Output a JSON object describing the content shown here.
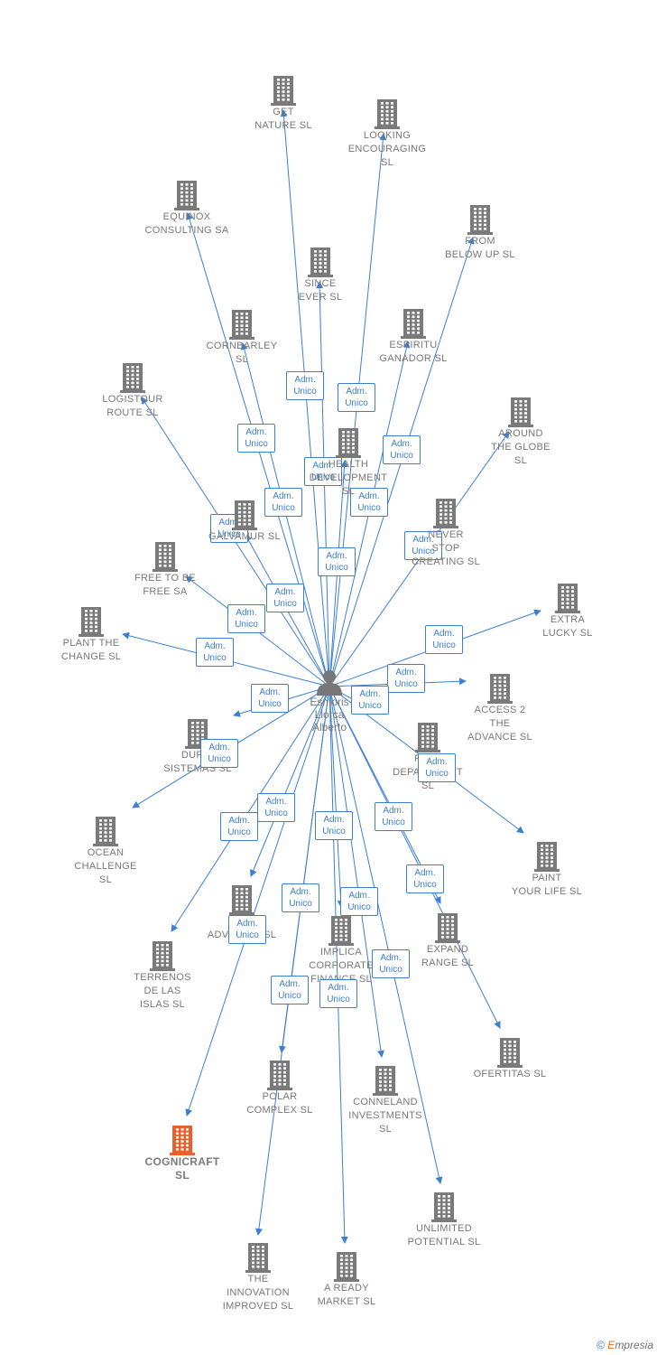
{
  "center": {
    "name": "Esmoris\nLlorca\nAlberto"
  },
  "role_label": "Adm.\nUnico",
  "colors": {
    "edge": "#3b7fd4",
    "building": "#7a7a7a",
    "focus": "#e8602c"
  },
  "companies": [
    {
      "id": "get-nature",
      "name": "GET\nNATURE  SL"
    },
    {
      "id": "looking-encouraging",
      "name": "LOOKING\nENCOURAGING\nSL"
    },
    {
      "id": "equinox-consulting",
      "name": "EQUINOX\nCONSULTING SA"
    },
    {
      "id": "from-below-up",
      "name": "FROM\nBELOW UP  SL"
    },
    {
      "id": "since-ever",
      "name": "SINCE\nEVER  SL"
    },
    {
      "id": "cornbarley",
      "name": "CORNBARLEY\nSL"
    },
    {
      "id": "espiritu-ganador",
      "name": "ESPIRITU\nGANADOR SL"
    },
    {
      "id": "logistour-route",
      "name": "LOGISTOUR\nROUTE  SL"
    },
    {
      "id": "around-the-globe",
      "name": "AROUND\nTHE GLOBE\nSL"
    },
    {
      "id": "health-development",
      "name": "HEALTH\nDEVELOPMENT\nSL"
    },
    {
      "id": "never-stop-creating",
      "name": "NEVER\nSTOP\nCREATING  SL"
    },
    {
      "id": "galvamur",
      "name": "GALVAMUR SL"
    },
    {
      "id": "free-to-be-free",
      "name": "FREE TO BE\nFREE SA"
    },
    {
      "id": "extra-lucky",
      "name": "EXTRA\nLUCKY  SL"
    },
    {
      "id": "plant-the-change",
      "name": "PLANT THE\nCHANGE  SL"
    },
    {
      "id": "access-2-the-advance",
      "name": "ACCESS 2\nTHE\nADVANCE  SL"
    },
    {
      "id": "durin-sistemas",
      "name": "DURIN\nSISTEMAS  SL"
    },
    {
      "id": "plan-department",
      "name": "PLAN\nDEPARTMENT\nSL"
    },
    {
      "id": "ocean-challenge",
      "name": "OCEAN\nCHALLENGE\nSL"
    },
    {
      "id": "paint-your-life",
      "name": "PAINT\nYOUR LIFE  SL"
    },
    {
      "id": "gem-advisory",
      "name": "GEM\nADVISORY  SL"
    },
    {
      "id": "expand-range",
      "name": "EXPAND\nRANGE  SL"
    },
    {
      "id": "implica-corporate",
      "name": "IMPLICA\nCORPORATE\nFINANCE  SL"
    },
    {
      "id": "terrenos-de-las-islas",
      "name": "TERRENOS\nDE LAS\nISLAS  SL"
    },
    {
      "id": "ofertitas",
      "name": "OFERTITAS  SL"
    },
    {
      "id": "polar-complex",
      "name": "POLAR\nCOMPLEX  SL"
    },
    {
      "id": "conneland-investments",
      "name": "CONNELAND\nINVESTMENTS\nSL"
    },
    {
      "id": "cognicraft",
      "name": "COGNICRAFT\nSL",
      "focus": true
    },
    {
      "id": "unlimited-potential",
      "name": "UNLIMITED\nPOTENTIAL  SL"
    },
    {
      "id": "the-innovation-improved",
      "name": "THE\nINNOVATION\nIMPROVED  SL"
    },
    {
      "id": "a-ready-market",
      "name": "A READY\nMARKET  SL"
    }
  ],
  "footer": {
    "copyright": "©",
    "brand_first": "E",
    "brand_rest": "mpresia"
  }
}
